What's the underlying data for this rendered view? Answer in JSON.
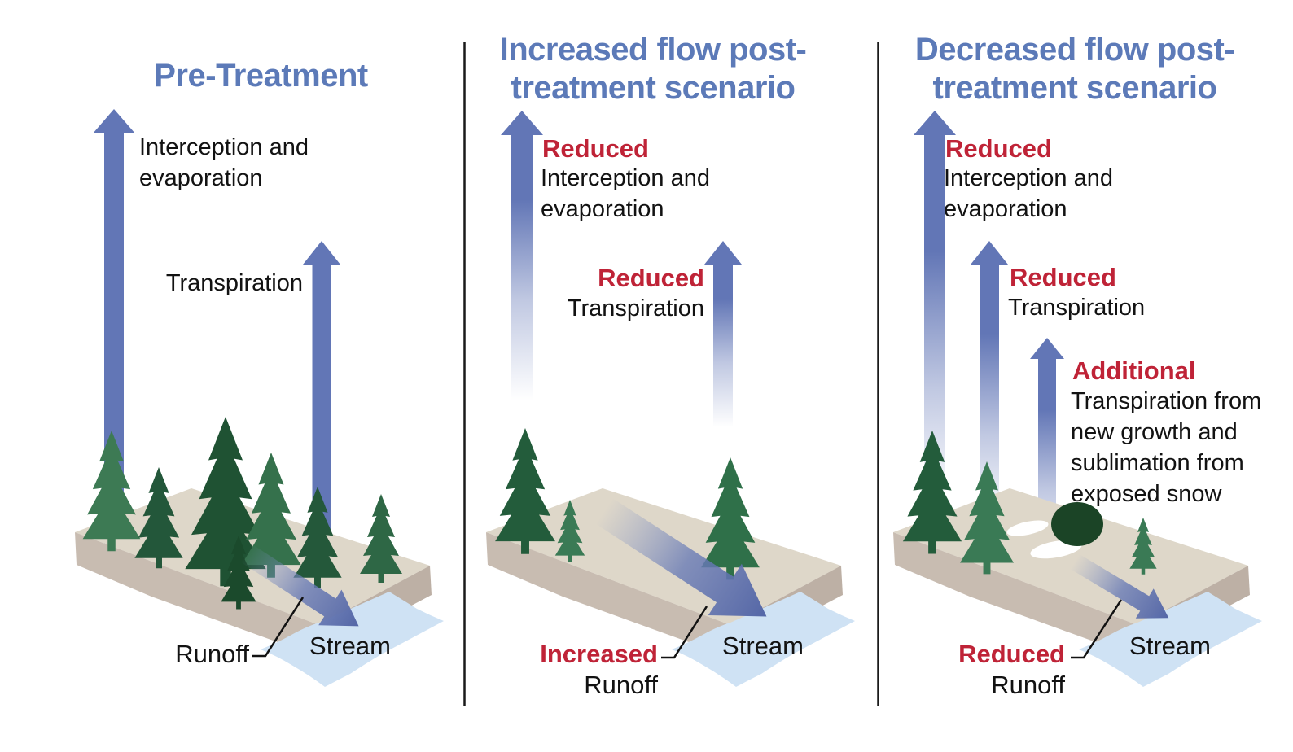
{
  "figure": {
    "description": "Three-panel diagram comparing watershed water fluxes before and after forest treatment"
  },
  "colors": {
    "title_blue": "#5c7ab8",
    "accent_red": "#bf2337",
    "arrow_blue": "#6276b6",
    "runoff_arrow_blue": "#5466a6",
    "text_black": "#121212",
    "stream_blue": "#cfe2f4",
    "land_top": "#ded7c9",
    "land_front": "#c8bcb1",
    "land_cut": "#bdb0a5",
    "tree_dark_green": "#23573a",
    "tree_medium_green": "#3d7a54",
    "bush_dark_green": "#1b4426",
    "divider_black": "#1a1a1a"
  },
  "icons": {
    "up_arrow": "evaporation-flux-arrow",
    "diagonal_arrow": "runoff-flow-arrow",
    "tree": "conifer-tree",
    "bush": "new-growth-bush",
    "snow": "exposed-snow-patch"
  },
  "panels": [
    {
      "id": "pre-treatment",
      "title": "Pre-Treatment",
      "interception_label": "Interception and\nevaporation",
      "transpiration_label": "Transpiration",
      "runoff_label": "Runoff",
      "stream_label": "Stream"
    },
    {
      "id": "increased-flow-post-treatment",
      "title": "Increased flow post-\ntreatment scenario",
      "interception_qualifier": "Reduced",
      "interception_label": "Interception and\nevaporation",
      "transpiration_qualifier": "Reduced",
      "transpiration_label": "Transpiration",
      "runoff_qualifier": "Increased",
      "runoff_label": "Runoff",
      "stream_label": "Stream"
    },
    {
      "id": "decreased-flow-post-treatment",
      "title": "Decreased flow post-\ntreatment scenario",
      "interception_qualifier": "Reduced",
      "interception_label": "Interception and\nevaporation",
      "transpiration_qualifier": "Reduced",
      "transpiration_label": "Transpiration",
      "additional_qualifier": "Additional",
      "additional_label": "Transpiration from\nnew growth and\nsublimation from\nexposed snow",
      "runoff_qualifier": "Reduced",
      "runoff_label": "Runoff",
      "stream_label": "Stream"
    }
  ]
}
